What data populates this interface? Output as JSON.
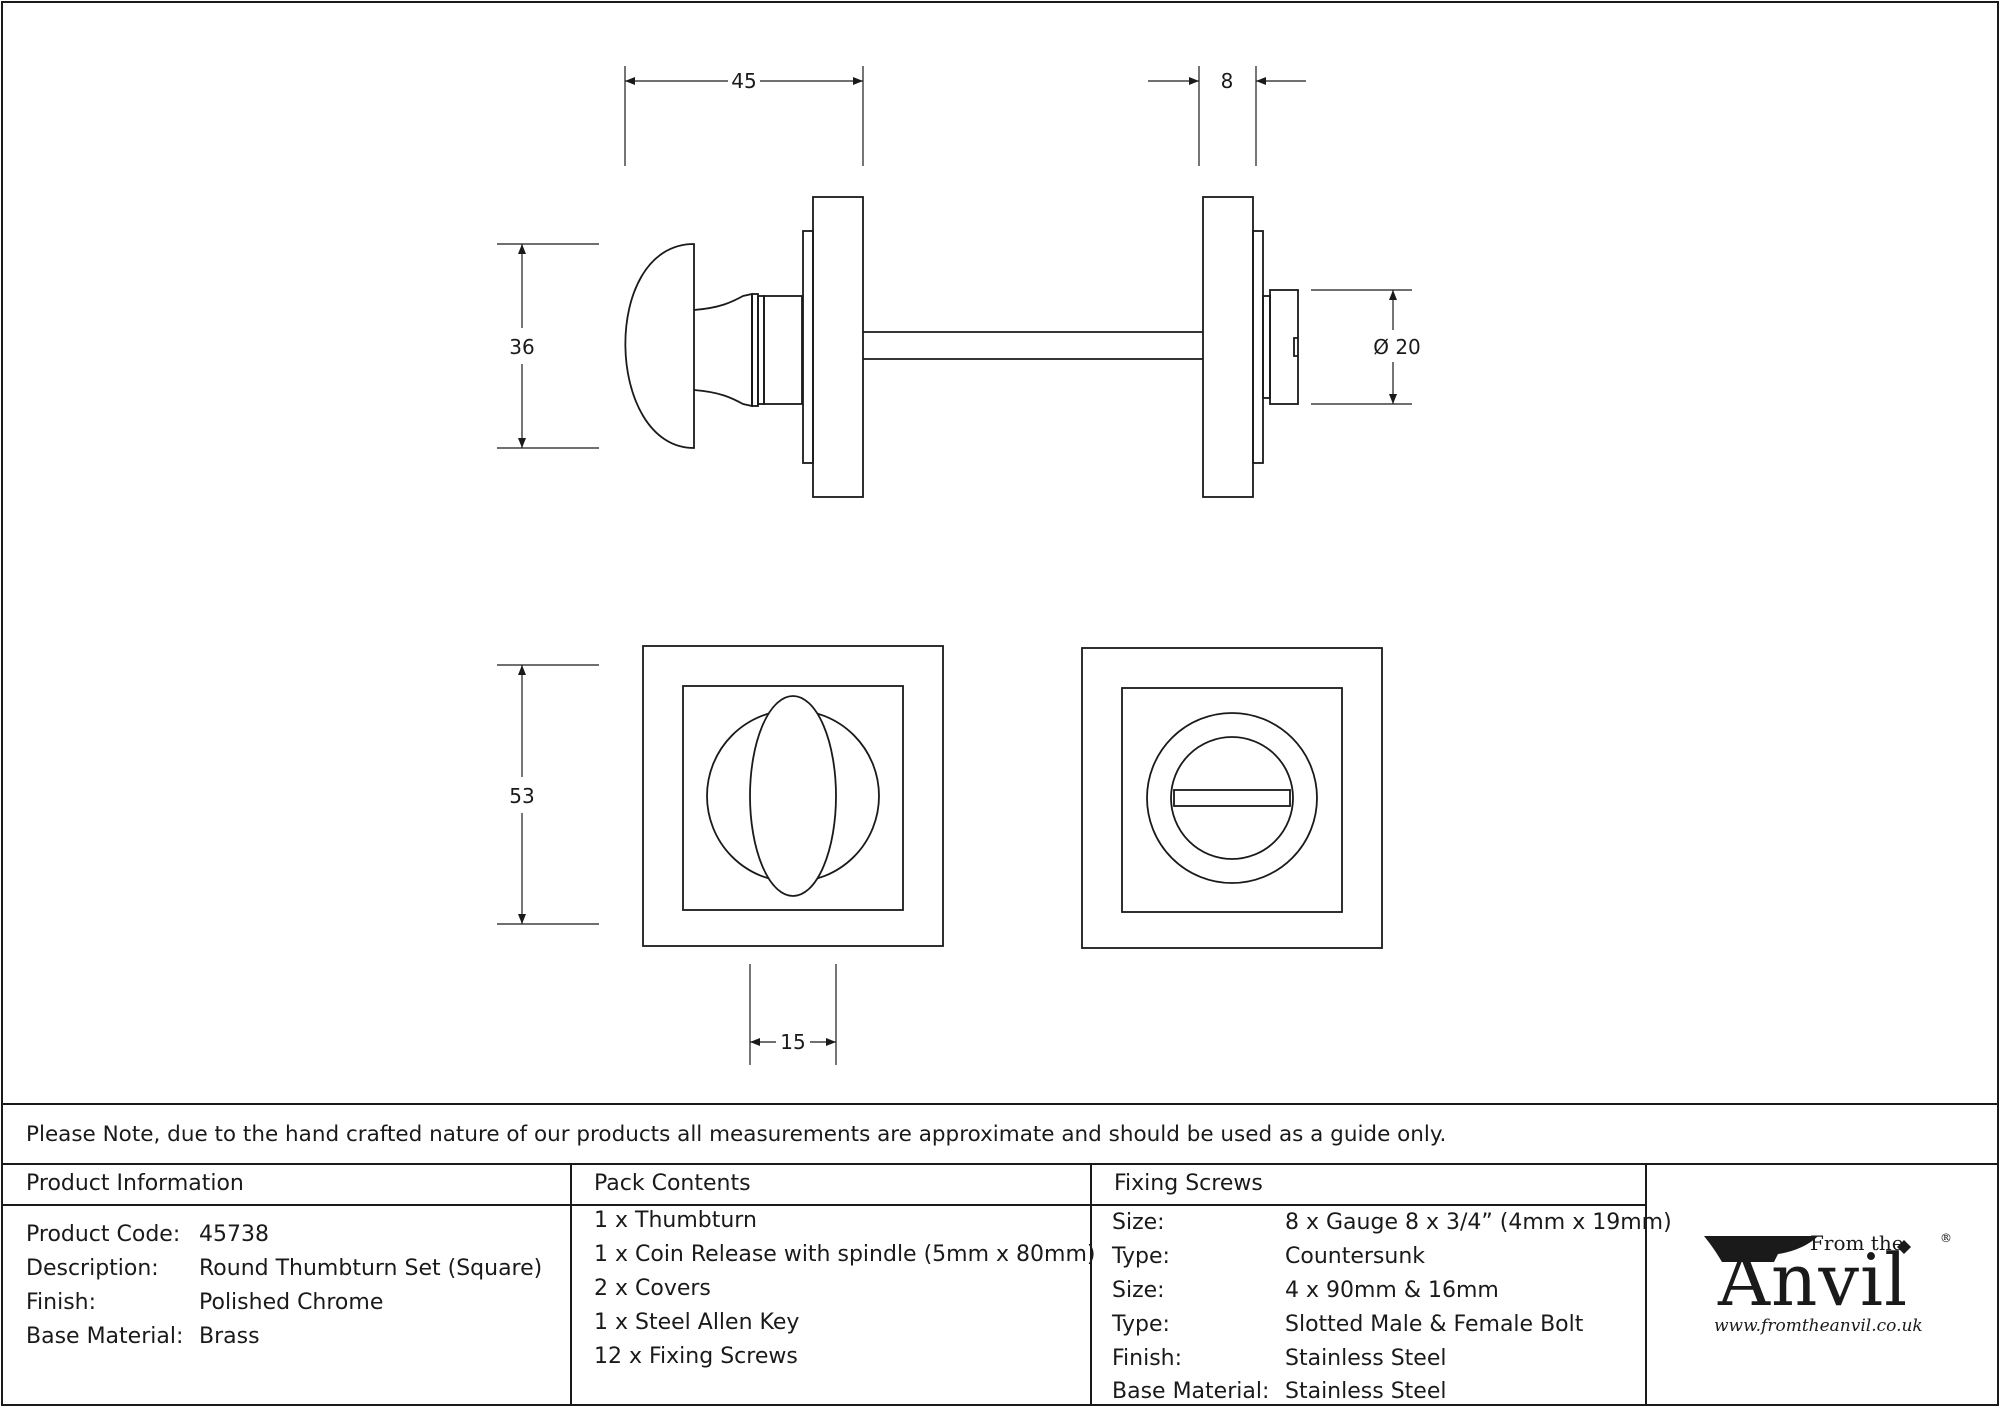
{
  "dimensions": {
    "width_45": "45",
    "depth_8": "8",
    "height_36": "36",
    "diameter_20": "Ø 20",
    "rose_53": "53",
    "turn_15": "15"
  },
  "note": "Please Note, due to the hand crafted nature of our products all measurements are approximate and should be used as a guide only.",
  "product_information": {
    "header": "Product Information",
    "rows": [
      {
        "label": "Product Code:",
        "value": "45738"
      },
      {
        "label": "Description:",
        "value": "Round Thumbturn Set (Square)"
      },
      {
        "label": "Finish:",
        "value": "Polished Chrome"
      },
      {
        "label": "Base Material:",
        "value": "Brass"
      }
    ]
  },
  "pack_contents": {
    "header": "Pack Contents",
    "items": [
      "1 x Thumbturn",
      "1 x Coin Release with spindle (5mm x 80mm)",
      "2 x Covers",
      "1 x Steel Allen Key",
      "12 x Fixing Screws"
    ]
  },
  "fixing_screws": {
    "header": "Fixing Screws",
    "rows": [
      {
        "label": "Size:",
        "value": "8 x Gauge 8 x 3/4” (4mm x 19mm)"
      },
      {
        "label": "Type:",
        "value": "Countersunk"
      },
      {
        "label": "Size:",
        "value": "4 x 90mm & 16mm"
      },
      {
        "label": "Type:",
        "value": "Slotted Male & Female Bolt"
      },
      {
        "label": "Finish:",
        "value": "Stainless Steel"
      },
      {
        "label": "Base Material:",
        "value": "Stainless Steel"
      }
    ]
  },
  "logo": {
    "top_text": "From the",
    "brand": "Anvil",
    "registered": "®",
    "url": "www.fromtheanvil.co.uk"
  }
}
